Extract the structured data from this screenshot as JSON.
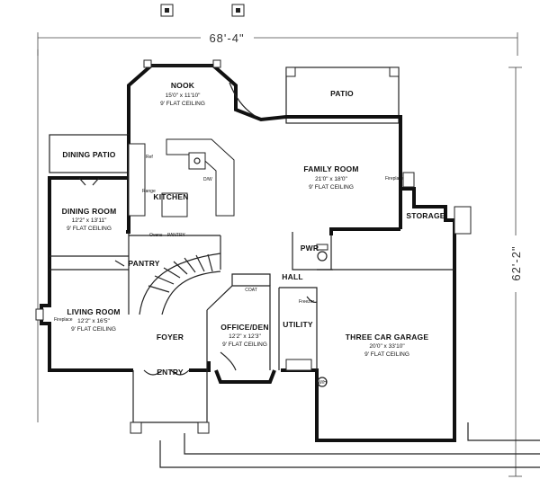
{
  "plan": {
    "overall_width": "68'-4\"",
    "overall_depth": "62'-2\"",
    "rooms": {
      "nook": {
        "name": "NOOK",
        "size": "15'0\" x 11'10\"",
        "ceiling": "9' FLAT CEILING"
      },
      "patio": {
        "name": "PATIO"
      },
      "dining_patio": {
        "name": "DINING PATIO"
      },
      "family_room": {
        "name": "FAMILY ROOM",
        "size": "21'0\" x 18'0\"",
        "ceiling": "9' FLAT CEILING"
      },
      "kitchen": {
        "name": "KITCHEN"
      },
      "dining_room": {
        "name": "DINING ROOM",
        "size": "12'2\" x 13'11\"",
        "ceiling": "9' FLAT CEILING"
      },
      "storage": {
        "name": "STORAGE"
      },
      "pantry": {
        "name": "PANTRY"
      },
      "pwr": {
        "name": "PWR"
      },
      "hall": {
        "name": "HALL"
      },
      "living_room": {
        "name": "LIVING ROOM",
        "size": "12'2\" x 16'5\"",
        "ceiling": "9' FLAT CEILING"
      },
      "office_den": {
        "name": "OFFICE/DEN",
        "size": "12'2\" x 12'3\"",
        "ceiling": "9' FLAT CEILING"
      },
      "utility": {
        "name": "UTILITY"
      },
      "garage": {
        "name": "THREE CAR GARAGE",
        "size": "20'0\" x 33'10\"",
        "ceiling": "9' FLAT CEILING"
      },
      "foyer": {
        "name": "FOYER"
      },
      "entry": {
        "name": "ENTRY"
      }
    },
    "notes": {
      "ref": "Ref",
      "range": "Range",
      "dw": "D/W",
      "ovens": "Ovens",
      "pantry_small": "PANTRY",
      "coat": "COAT",
      "freezer": "Freezer",
      "wh": "W/H",
      "fireplace_family": "Fireplace",
      "fireplace_living": "Fireplace"
    }
  }
}
